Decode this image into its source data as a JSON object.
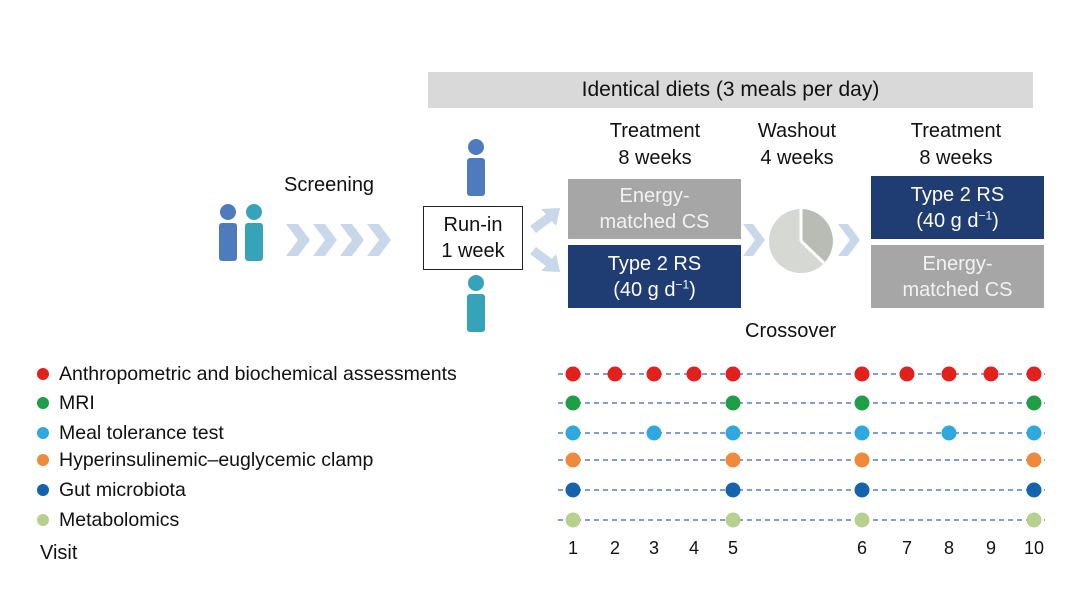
{
  "banner": "Identical diets (3 meals per day)",
  "phases": {
    "treatment1": {
      "title": "Treatment",
      "duration": "8 weeks"
    },
    "washout": {
      "title": "Washout",
      "duration": "4 weeks"
    },
    "treatment2": {
      "title": "Treatment",
      "duration": "8 weeks"
    }
  },
  "screening": "Screening",
  "runin": {
    "line1": "Run-in",
    "line2": "1 week"
  },
  "crossover": "Crossover",
  "boxes": {
    "cs_line1": "Energy-",
    "cs_line2": "matched CS",
    "rs_line1": "Type 2 RS",
    "rs_line2_pre": "(40 g d",
    "rs_line2_sup": "−1",
    "rs_line2_post": ")"
  },
  "assessments": [
    {
      "label": "Anthropometric and biochemical assessments",
      "color": "#e3211c",
      "visits": [
        1,
        2,
        3,
        4,
        5,
        6,
        7,
        8,
        9,
        10
      ]
    },
    {
      "label": "MRI",
      "color": "#1f9e48",
      "visits": [
        1,
        5,
        6,
        10
      ]
    },
    {
      "label": "Meal tolerance test",
      "color": "#2ea8df",
      "visits": [
        1,
        3,
        5,
        6,
        8,
        10
      ]
    },
    {
      "label": "Hyperinsulinemic–euglycemic clamp",
      "color": "#ef8a3c",
      "visits": [
        1,
        5,
        6,
        10
      ]
    },
    {
      "label": "Gut microbiota",
      "color": "#1562ad",
      "visits": [
        1,
        5,
        6,
        10
      ]
    },
    {
      "label": "Metabolomics",
      "color": "#b7d08f",
      "visits": [
        1,
        5,
        6,
        10
      ]
    }
  ],
  "visit_label": "Visit",
  "visits": [
    "1",
    "2",
    "3",
    "4",
    "5",
    "6",
    "7",
    "8",
    "9",
    "10"
  ],
  "colors": {
    "person_blue": "#4e7bbd",
    "person_teal": "#37a3b8",
    "chevron": "#c9d7ea",
    "navy": "#1f3c73",
    "gray": "#a6a6a6",
    "dash": "#5a7fb5"
  }
}
